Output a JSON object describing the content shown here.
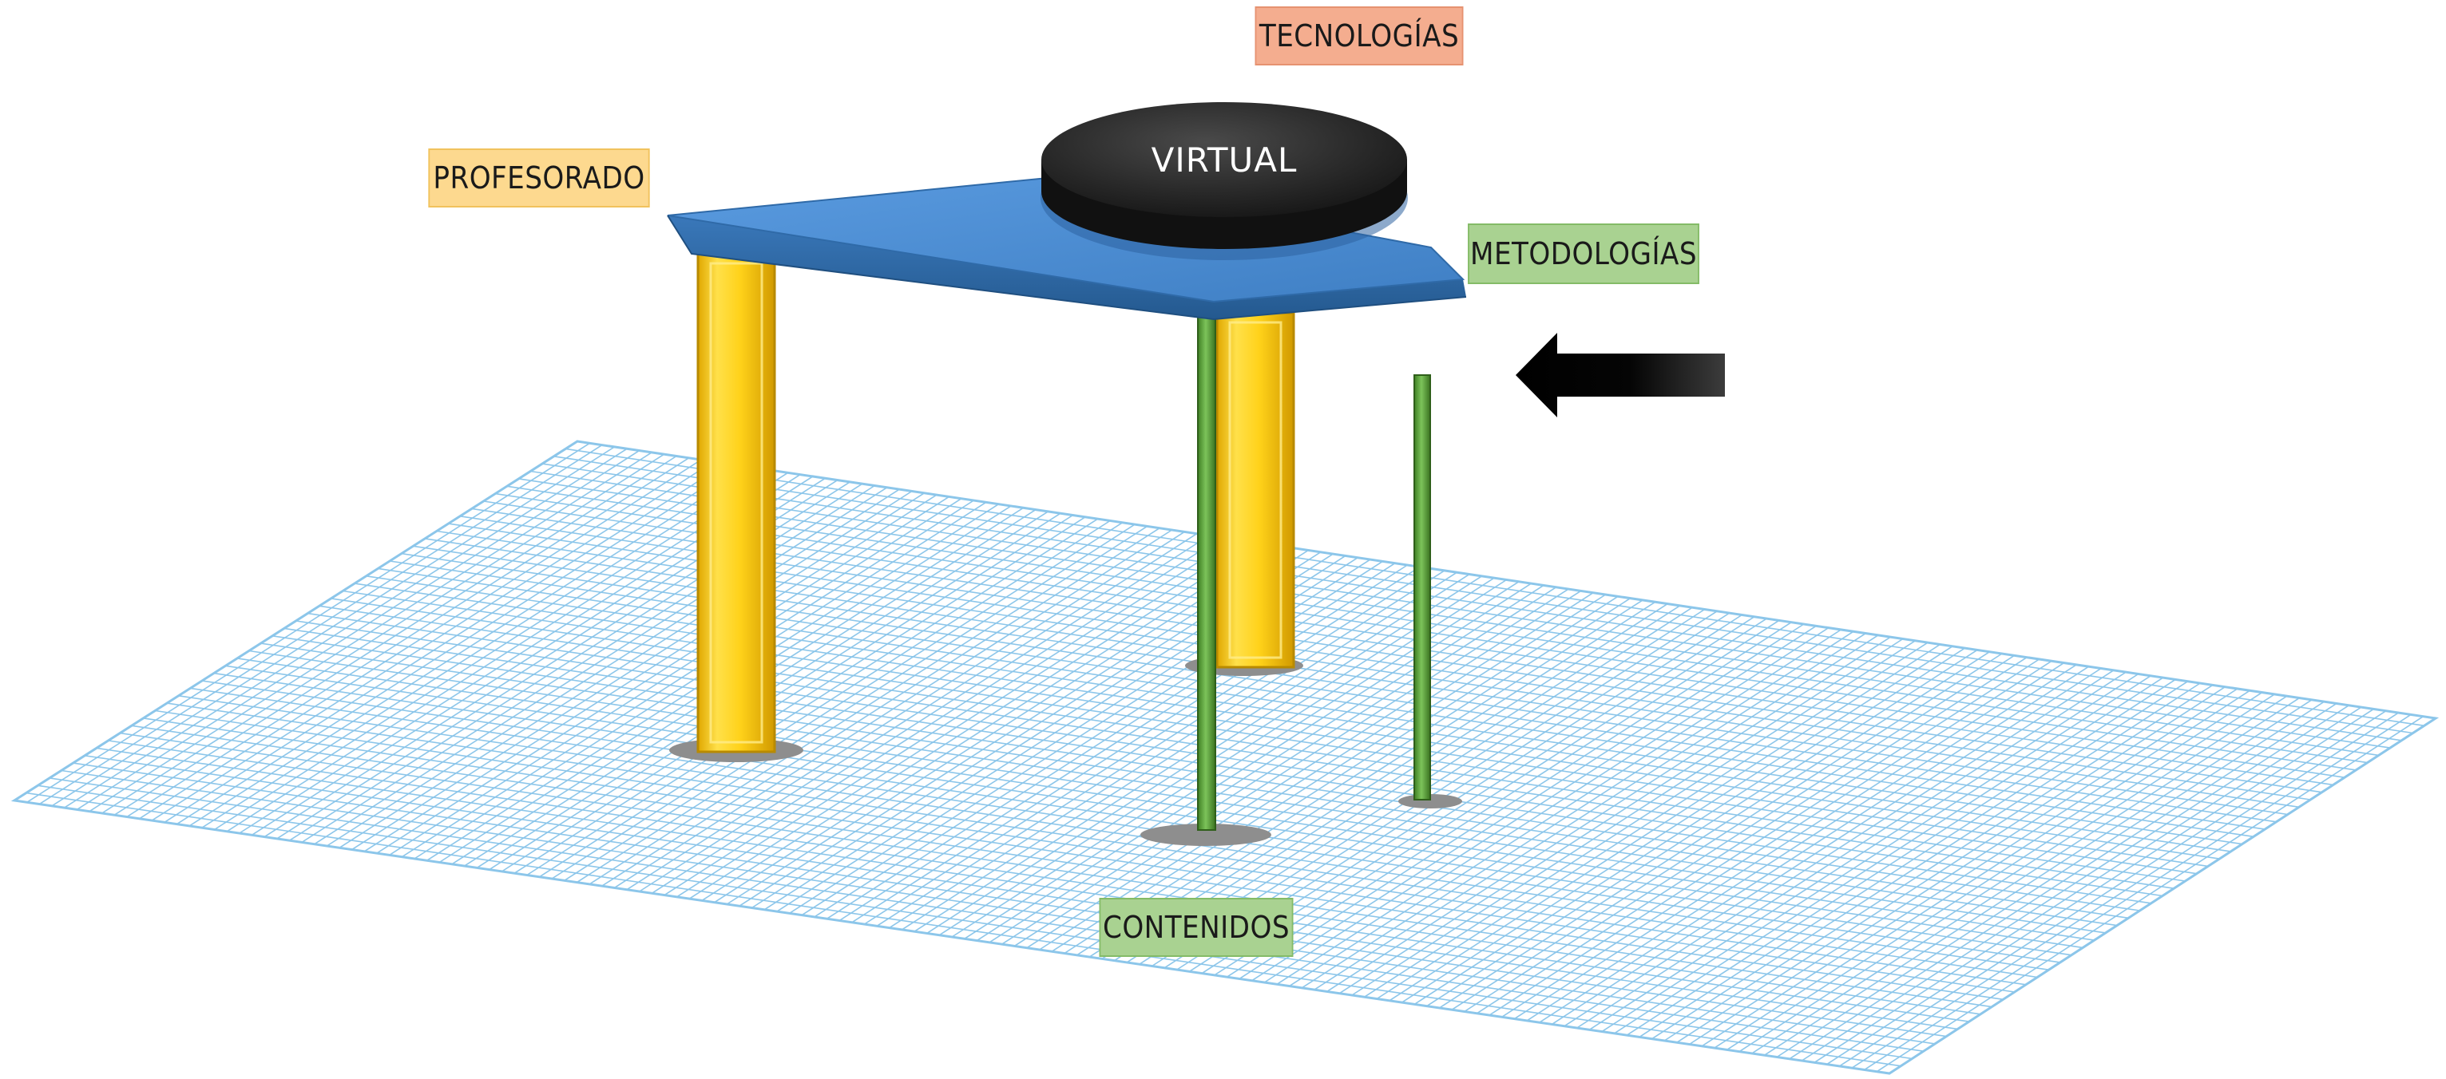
{
  "labels": {
    "tecnologias": "TECNOLOGÍAS",
    "profesorado": "PROFESORADO",
    "metodologias": "METODOLOGÍAS",
    "contenidos": "CONTENIDOS",
    "virtual": "VIRTUAL"
  },
  "colors": {
    "grid_line": "#8cc6ea",
    "tabletop": "#4f8fd1",
    "tabletop_edge": "#2f6aa8",
    "yellow_leg": "#ffd21a",
    "green_leg": "#5a9e3a",
    "disc": "#1e1e1e",
    "arrow": "#000000",
    "tag_tecnologias": "#f4ad8f",
    "tag_profesorado": "#fdd98f",
    "tag_green": "#a9d291"
  },
  "icons": {
    "arrow": "arrow-left-icon"
  }
}
